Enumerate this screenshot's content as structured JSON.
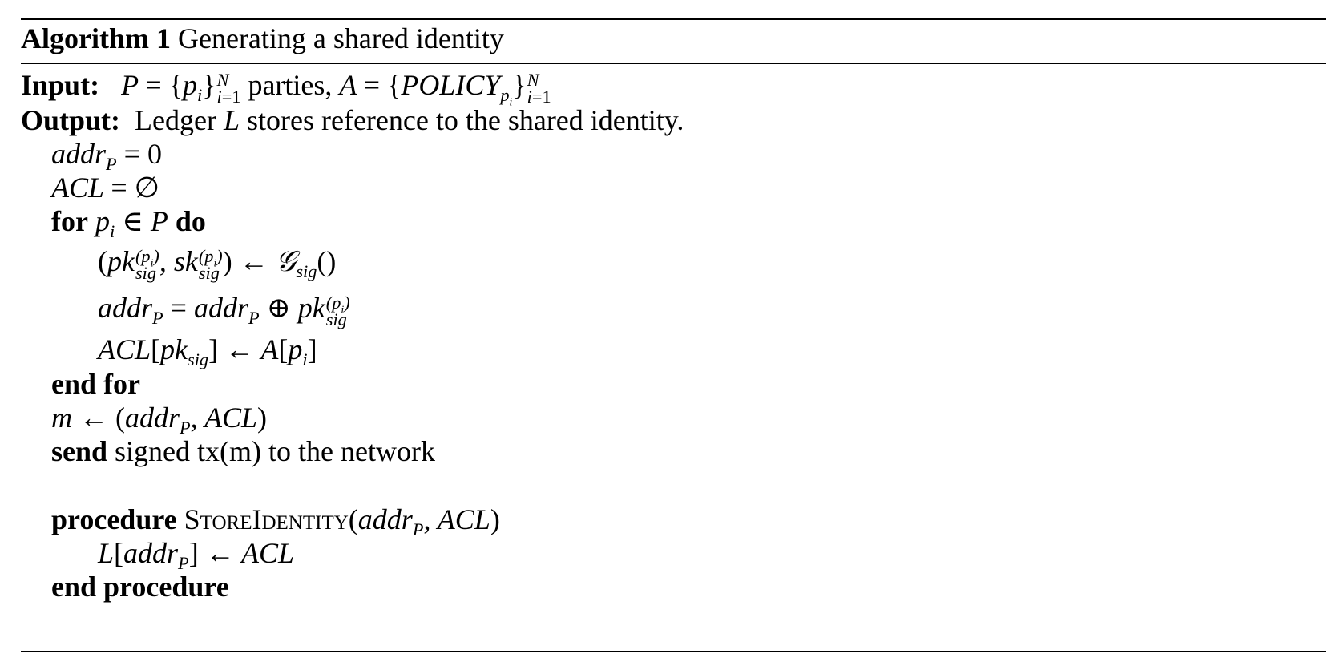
{
  "algorithm": {
    "label": "Algorithm 1",
    "title": "Generating a shared identity"
  },
  "io": {
    "input_label": "Input:",
    "input_parties_text": "parties,",
    "output_label": "Output:",
    "output_text_before": "Ledger",
    "output_var": "L",
    "output_text_after": "stores reference to the shared identity."
  },
  "keywords": {
    "for": "for",
    "do": "do",
    "end_for": "end for",
    "send": "send",
    "procedure": "procedure",
    "end_procedure": "end procedure"
  },
  "statements": {
    "send_text": "signed tx(m) to the network",
    "procedure_name": "StoreIdentity"
  }
}
